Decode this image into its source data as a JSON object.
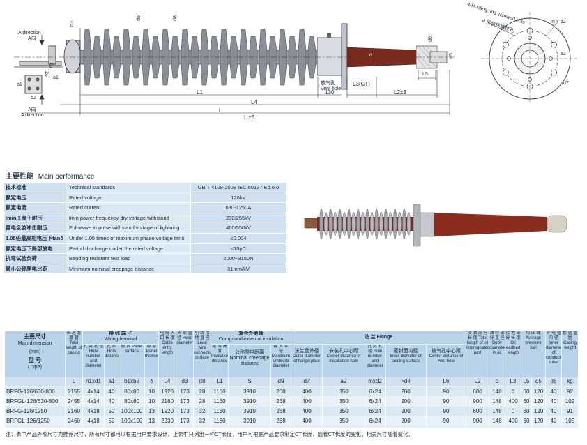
{
  "drawing": {
    "labels": {
      "a_dir_top": "A direction",
      "a_dir_top_cn": "A向",
      "a_dir_bottom": "A direction",
      "a_dir_bottom_cn": "A向",
      "n1xd1": "n1 - d1",
      "b1": "b1",
      "b2": "b2",
      "a1": "a1",
      "d3": "d3",
      "d8": "d8",
      "d9": "d9",
      "d": "d",
      "d5": "d5",
      "d6": "d6",
      "L1": "L1",
      "L4": "L4",
      "L": "L",
      "Lpm5": "L ±5",
      "dim130": "130",
      "L3": "L3(CT)",
      "L2": "L2±3",
      "L5": "L5",
      "vent": "放气孔 Vent hole",
      "mxd2": "m × d2",
      "a2": "a2",
      "d7": "d7",
      "holding": "4-Holding ring screwed hole",
      "holding_cn": "4-吊装环螺纹孔"
    }
  },
  "performance": {
    "heading_cn": "主要性能",
    "heading_en": "Main performance",
    "rows": [
      {
        "cn": "技术标准",
        "en": "Technical standards",
        "value": "GB/T   4109-2008    IEC 60137 Ed.6.0"
      },
      {
        "cn": "额定电压",
        "en": "Rated voltage",
        "value": "126kV"
      },
      {
        "cn": "额定电流",
        "en": "Rated current",
        "value": "630-1250A"
      },
      {
        "cn": "lmin工频干耐压",
        "en": "lmin power frequency dry voltage withstand",
        "value": "230/255kV"
      },
      {
        "cn": "雷电全波冲击耐压",
        "en": "Full-wave impulse withstand voltage of lightning",
        "value": "460/550kV"
      },
      {
        "cn": "1.05倍最高相电压下tanδ",
        "en": "Under 1.05 times of maximum phase voltage tanδ",
        "value": "≤0.004"
      },
      {
        "cn": "额定电压下局部放电",
        "en": "Partial discharge under the rated voltage",
        "value": "≤10pC"
      },
      {
        "cn": "抗弯试验负荷",
        "en": "Bending resistant test load",
        "value": "2000~3150N"
      },
      {
        "cn": "最小公称爬电比距",
        "en": "Minimum nominal creepage distance",
        "value": "31mm/kV"
      }
    ]
  },
  "dimension_table": {
    "headers": {
      "main_cn": "主要尺寸",
      "main_en": "Main dimension",
      "unit": "(mm)",
      "model_cn": "型     号",
      "model_en": "(Type)",
      "total_len": "长 总 套 度 管 Total length of casing",
      "wiring": "接 线 端 子",
      "wiring_en": "Wiring terminal",
      "hole_num": "孔 数 孔 径 Hole number and diameter",
      "hole_dist": "孔 距 Hole distance",
      "panel": "板 面 Panel surface",
      "thickness": "板 厚 Panel thickness",
      "cable_len": "电 缆 入 口 长 度 Cable entry length",
      "head_dia": "头 部 直 径 Head diameter",
      "lead_dia": "引 线 接 地 直 径 Lead wire connection surface",
      "insul_len": "绝 缘 高 度 Insulation distance",
      "compound": "复合外绝缘",
      "compound_en": "Compound external insulation",
      "creep_cn": "公称爬电距离",
      "creep_en": "Nominal creepage distance",
      "umbrella": "最 大 伞 径 Maximum umbrella diameter",
      "flange": "法     兰     Flange",
      "outer_cn": "法兰盘外径",
      "outer_en": "Outer diameter of flange plate",
      "center_cn": "安装孔中心距",
      "center_en": "Center distance of installation hole",
      "fl_hole": "孔 数 孔 径 Hole number and diameter",
      "seal_cn": "密封面内径",
      "seal_en": "Inner diameter of sealing surface",
      "vent_cn": "放气孔中心距",
      "vent_en": "Center distance of vent hole",
      "imp_len": "浸 油 部 分 长 度 Total length of oil impregnated part",
      "body_dia": "油 中 部 分 直 径 Body diameter in oil",
      "earth_len": "接 地 部 分 长 度 Oil earthed length",
      "ball": "均 压 球 Average pressure ball",
      "tube": "导 电 管 内 径 Inner diameter of conductive tube",
      "weight": "套 管 重 量 Casing weight"
    },
    "symbols": [
      "L",
      "n1xd1",
      "a1",
      "b1xb2",
      "δ",
      "L4",
      "d3",
      "d8",
      "L1",
      "S",
      "d9",
      "d7",
      "a2",
      "mxd2",
      ">d4",
      "L6",
      "L2",
      "d",
      "L3",
      "L5",
      "d5",
      "d6",
      "kg"
    ],
    "rows": [
      {
        "type": "BRFG-126/630-800",
        "cells": [
          "2155",
          "4x14",
          "40",
          "80x80",
          "10",
          "1920",
          "173",
          "28",
          "1160",
          "3910",
          "268",
          "400",
          "350",
          "6x24",
          "200",
          "90",
          "600",
          "148",
          "0",
          "60",
          "120",
          "40",
          "92"
        ]
      },
      {
        "type": "BRFGL-126/630-800",
        "cells": [
          "2455",
          "4x14",
          "40",
          "80x80",
          "10",
          "2180",
          "173",
          "28",
          "1160",
          "3910",
          "268",
          "400",
          "350",
          "6x24",
          "200",
          "90",
          "900",
          "148",
          "400",
          "60",
          "120",
          "40",
          "102"
        ]
      },
      {
        "type": "BRFG-126/1250",
        "cells": [
          "2160",
          "4x18",
          "50",
          "100x100",
          "13",
          "1920",
          "173",
          "32",
          "1160",
          "3910",
          "268",
          "400",
          "350",
          "6x24",
          "200",
          "90",
          "600",
          "148",
          "0",
          "60",
          "120",
          "40",
          "91"
        ]
      },
      {
        "type": "BRFGL-126/1250",
        "cells": [
          "2460",
          "4x18",
          "50",
          "100x100",
          "13",
          "2230",
          "173",
          "32",
          "1160",
          "3910",
          "268",
          "400",
          "350",
          "6x24",
          "200",
          "90",
          "900",
          "148",
          "400",
          "60",
          "120",
          "40",
          "105"
        ]
      }
    ],
    "note": "注：表中产品外形尺寸为推荐尺寸，所有尺寸都可以根据用户要求设计。上表中只列出一种CT长度，用户可根据产品要求制定CT长度，随着CT长度的变化，相关尺寸随着变化。"
  },
  "colors": {
    "shed": "#8a8e96",
    "flange": "#c9ced6",
    "tail": "#7b2a1e",
    "table_head": "#b9d3ea",
    "table_cell": "#dbe9f5"
  }
}
